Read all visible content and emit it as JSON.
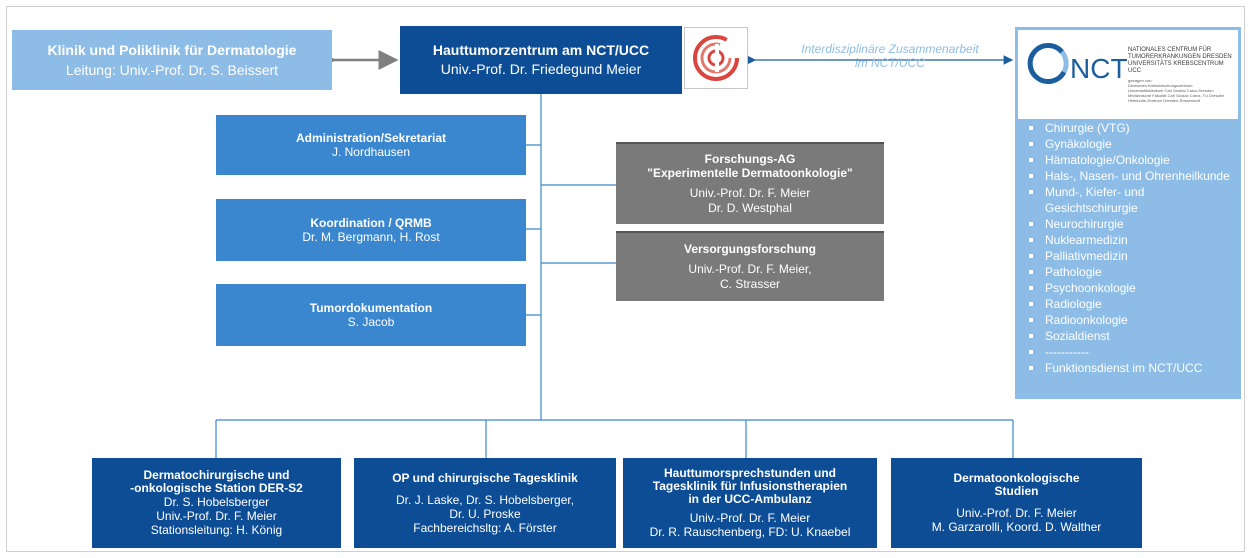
{
  "clinic": {
    "title": "Klinik und Poliklinik für Dermatologie",
    "subtitle": "Leitung: Univ.-Prof. Dr. S. Beissert"
  },
  "center": {
    "title": "Hauttumorzentrum am NCT/UCC",
    "subtitle": "Univ.-Prof. Dr. Friedegund Meier"
  },
  "collaboration": {
    "line1": "Interdisziplinäre Zusammenarbeit",
    "line2": "im NCT/UCC"
  },
  "nct": {
    "wordmark": "NCT",
    "full_name_1": "NATIONALES CENTRUM FÜR",
    "full_name_2": "TUMORERKRANKUNGEN DRESDEN",
    "full_name_3": "UNIVERSITÄTS KREBSCENTRUM UCC",
    "fine_1": "getragen von:",
    "fine_2": "Deutsches Krebsforschungszentrum",
    "fine_3": "Universitätsklinikum Carl Gustav Carus Dresden",
    "fine_4": "Medizinische Fakultät Carl Gustav Carus, TU Dresden",
    "fine_5": "Helmholtz-Zentrum Dresden-Rossendorf",
    "items": [
      "Chirurgie (VTG)",
      "Gynäkologie",
      "Hämatologie/Onkologie",
      "Hals-, Nasen- und Ohrenheilkunde",
      "Mund-, Kiefer- und Gesichtschirurgie",
      "Neurochirurgie",
      "Nuklearmedizin",
      "Palliativmedizin",
      "Pathologie",
      "Psychoonkologie",
      "Radiologie",
      "Radioonkologie",
      "Sozialdienst",
      "-----------",
      "Funktionsdienst im NCT/UCC"
    ]
  },
  "left_boxes": [
    {
      "title": "Administration/Sekretariat",
      "subtitle": "J. Nordhausen"
    },
    {
      "title": "Koordination / QRMB",
      "subtitle": "Dr. M. Bergmann, H. Rost"
    },
    {
      "title": "Tumordokumentation",
      "subtitle": "S. Jacob"
    }
  ],
  "research": {
    "title_1": "Forschungs-AG",
    "title_2": "\"Experimentelle Dermatoonkologie\"",
    "line_1": "Univ.-Prof. Dr. F. Meier",
    "line_2": "Dr. D. Westphal"
  },
  "care": {
    "title": "Versorgungsforschung",
    "line_1": "Univ.-Prof. Dr. F. Meier,",
    "line_2": "C. Strasser"
  },
  "bottom_boxes": [
    {
      "title_1": "Dermatochirurgische und",
      "title_2": "-onkologische Station DER-S2",
      "lines": [
        "Dr. S. Hobelsberger",
        "Univ.-Prof. Dr. F. Meier",
        "Stationsleitung: H. König"
      ]
    },
    {
      "title_1": "OP und chirurgische Tagesklinik",
      "title_2": "",
      "lines": [
        "Dr. J. Laske, Dr. S. Hobelsberger,",
        "Dr. U. Proske",
        "Fachbereichsltg: A. Förster"
      ]
    },
    {
      "title_1": "Hauttumorsprechstunden und",
      "title_2": "Tagesklinik für Infusionstherapien",
      "title_3": "in der UCC-Ambulanz",
      "lines": [
        "Univ.-Prof. Dr. F. Meier",
        "Dr. R. Rauschenberg, FD: U. Knaebel"
      ]
    },
    {
      "title_1": "Dermatoonkologische",
      "title_2": "Studien",
      "lines": [
        "Univ.-Prof. Dr. F. Meier",
        "M. Garzarolli, Koord. D. Walther"
      ]
    }
  ],
  "colors": {
    "light_blue": "#8dbde6",
    "mid_blue": "#3a87d0",
    "dark_blue": "#0c4d96",
    "gray": "#7a7a7a",
    "logo_red": "#d9453f"
  }
}
